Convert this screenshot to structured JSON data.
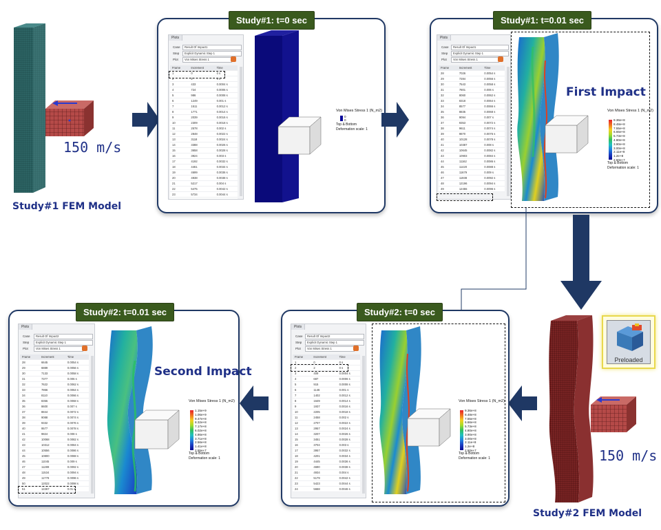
{
  "top_left_model": {
    "caption": "Study#1 FEM Model",
    "speed": "150 m/s"
  },
  "bottom_right_model": {
    "caption": "Study#2 FEM Model",
    "speed": "150 m/s",
    "badge_label": "Preloaded"
  },
  "panels": {
    "s1_t0": {
      "title": "Study#1: t=0 sec",
      "plots": {
        "tab": "Plots",
        "case_label": "Case",
        "case_value": "Result Of Impact1",
        "step_label": "Step",
        "step_value": "Explicit Dynamic Step 1",
        "plot_label": "Plot",
        "plot_value": "Von Mises Stress 1",
        "headers": [
          "Frame",
          "Increment",
          "Time"
        ],
        "rows": [
          [
            "1",
            "0",
            "0 s"
          ],
          [
            "2",
            "2",
            "0 s"
          ],
          [
            "3",
            "433",
            "0.0004 s"
          ],
          [
            "4",
            "724",
            "0.0006 s"
          ],
          [
            "5",
            "986",
            "0.0008 s"
          ],
          [
            "6",
            "1249",
            "0.001 s"
          ],
          [
            "7",
            "1511",
            "0.0012 s"
          ],
          [
            "8",
            "1771",
            "0.0014 s"
          ],
          [
            "9",
            "2039",
            "0.0016 s"
          ],
          [
            "10",
            "2309",
            "0.0018 s"
          ],
          [
            "11",
            "2578",
            "0.002 s"
          ],
          [
            "12",
            "2848",
            "0.0022 s"
          ],
          [
            "13",
            "3118",
            "0.0024 s"
          ],
          [
            "14",
            "3388",
            "0.0026 s"
          ],
          [
            "15",
            "3658",
            "0.0028 s"
          ],
          [
            "16",
            "3924",
            "0.003 s"
          ],
          [
            "17",
            "4192",
            "0.0032 s"
          ],
          [
            "18",
            "4461",
            "0.0034 s"
          ],
          [
            "19",
            "4699",
            "0.0036 s"
          ],
          [
            "20",
            "4938",
            "0.0038 s"
          ],
          [
            "21",
            "5217",
            "0.004 s"
          ],
          [
            "22",
            "5475",
            "0.0042 s"
          ],
          [
            "23",
            "5734",
            "0.0044 s"
          ],
          [
            "24",
            "5993",
            "0.0046 s"
          ]
        ]
      },
      "legend": {
        "title": "Von Mises Stress 1 (N_m2)",
        "ticks": [
          "0",
          "0"
        ],
        "footer1": "Top & Bottom",
        "footer2": "Deformation scale: 1"
      }
    },
    "s1_t001": {
      "title": "Study#1: t=0.01 sec",
      "impact": "First Impact",
      "plots": {
        "tab": "Plots",
        "case_label": "Case",
        "case_value": "Result Of Impact1",
        "step_label": "Step",
        "step_value": "Explicit Dynamic Step 1",
        "plot_label": "Plot",
        "plot_value": "Von Mises Stress 1",
        "headers": [
          "Frame",
          "Increment",
          "Time"
        ],
        "rows": [
          [
            "28",
            "7026",
            "0.0054 s"
          ],
          [
            "29",
            "7284",
            "0.0056 s"
          ],
          [
            "30",
            "7543",
            "0.0058 s"
          ],
          [
            "31",
            "7801",
            "0.006 s"
          ],
          [
            "32",
            "8060",
            "0.0062 s"
          ],
          [
            "33",
            "8318",
            "0.0064 s"
          ],
          [
            "34",
            "8577",
            "0.0066 s"
          ],
          [
            "35",
            "8835",
            "0.0068 s"
          ],
          [
            "36",
            "9094",
            "0.007 s"
          ],
          [
            "37",
            "9353",
            "0.0072 s"
          ],
          [
            "38",
            "9611",
            "0.0074 s"
          ],
          [
            "39",
            "9870",
            "0.0076 s"
          ],
          [
            "40",
            "10128",
            "0.0078 s"
          ],
          [
            "41",
            "10387",
            "0.008 s"
          ],
          [
            "42",
            "10645",
            "0.0082 s"
          ],
          [
            "43",
            "10903",
            "0.0084 s"
          ],
          [
            "44",
            "11162",
            "0.0086 s"
          ],
          [
            "45",
            "11420",
            "0.0088 s"
          ],
          [
            "46",
            "11679",
            "0.009 s"
          ],
          [
            "47",
            "11938",
            "0.0092 s"
          ],
          [
            "48",
            "12196",
            "0.0094 s"
          ],
          [
            "49",
            "12455",
            "0.0096 s"
          ]
        ]
      },
      "legend": {
        "title": "Von Mises Stress 1 (N_m2)",
        "ticks": [
          "9.36e+8",
          "8.48e+8",
          "7.55e+8",
          "6.66e+8",
          "5.73e+8",
          "4.80e+8",
          "3.90e+8",
          "3.00e+8",
          "2.11e+8",
          "1.2e+8",
          "2.50e+7"
        ],
        "footer1": "Top & Bottom",
        "footer2": "Deformation scale: 1"
      }
    },
    "s2_t0": {
      "title": "Study#2: t=0 sec",
      "plots": {
        "tab": "Plots",
        "case_label": "Case",
        "case_value": "Result Of Impact2",
        "step_label": "Step",
        "step_value": "Explicit Dynamic Step 1",
        "plot_label": "Plot",
        "plot_value": "Von Mises Stress 1",
        "headers": [
          "Frame",
          "Increment",
          "Time"
        ],
        "rows": [
          [
            "1",
            "0",
            "0 s"
          ],
          [
            "2",
            "2",
            "0 s"
          ],
          [
            "3",
            "409",
            "0.0004 s"
          ],
          [
            "4",
            "687",
            "0.0006 s"
          ],
          [
            "5",
            "915",
            "0.0008 s"
          ],
          [
            "6",
            "1146",
            "0.001 s"
          ],
          [
            "7",
            "1402",
            "0.0012 s"
          ],
          [
            "8",
            "1649",
            "0.0014 s"
          ],
          [
            "9",
            "1937",
            "0.0016 s"
          ],
          [
            "10",
            "2205",
            "0.0018 s"
          ],
          [
            "11",
            "2458",
            "0.002 s"
          ],
          [
            "12",
            "2707",
            "0.0022 s"
          ],
          [
            "13",
            "2957",
            "0.0024 s"
          ],
          [
            "14",
            "3207",
            "0.0026 s"
          ],
          [
            "15",
            "3451",
            "0.0028 s"
          ],
          [
            "16",
            "3704",
            "0.003 s"
          ],
          [
            "17",
            "3957",
            "0.0032 s"
          ],
          [
            "18",
            "4201",
            "0.0034 s"
          ],
          [
            "19",
            "4445",
            "0.0036 s"
          ],
          [
            "20",
            "4690",
            "0.0038 s"
          ],
          [
            "21",
            "4934",
            "0.004 s"
          ],
          [
            "22",
            "5179",
            "0.0042 s"
          ],
          [
            "23",
            "5423",
            "0.0044 s"
          ],
          [
            "24",
            "5668",
            "0.0046 s"
          ]
        ]
      },
      "legend": {
        "title": "Von Mises Stress 1 (N_m2)",
        "ticks": [
          "9.36e+8",
          "8.48e+8",
          "7.55e+8",
          "6.66e+8",
          "5.73e+8",
          "4.80e+8",
          "3.90e+8",
          "3.00e+8",
          "2.11e+8",
          "1.2e+8",
          "2.50e+7"
        ],
        "footer1": "Top & Bottom",
        "footer2": "Deformation scale: 1"
      }
    },
    "s2_t001": {
      "title": "Study#2: t=0.01 sec",
      "impact": "Second Impact",
      "plots": {
        "tab": "Plots",
        "case_label": "Case",
        "case_value": "Result Of Impact2",
        "step_label": "Step",
        "step_value": "Explicit Dynamic Step 1",
        "plot_label": "Plot",
        "plot_value": "Von Mises Stress 1",
        "headers": [
          "Frame",
          "Increment",
          "Time"
        ],
        "rows": [
          [
            "28",
            "6645",
            "0.0054 s"
          ],
          [
            "29",
            "6889",
            "0.0056 s"
          ],
          [
            "30",
            "7133",
            "0.0058 s"
          ],
          [
            "31",
            "7377",
            "0.006 s"
          ],
          [
            "32",
            "7622",
            "0.0062 s"
          ],
          [
            "33",
            "7866",
            "0.0064 s"
          ],
          [
            "34",
            "8110",
            "0.0066 s"
          ],
          [
            "35",
            "8355",
            "0.0068 s"
          ],
          [
            "36",
            "8600",
            "0.007 s"
          ],
          [
            "37",
            "8844",
            "0.0072 s"
          ],
          [
            "38",
            "9088",
            "0.0074 s"
          ],
          [
            "39",
            "9332",
            "0.0076 s"
          ],
          [
            "40",
            "9577",
            "0.0078 s"
          ],
          [
            "41",
            "9824",
            "0.008 s"
          ],
          [
            "42",
            "10068",
            "0.0082 s"
          ],
          [
            "43",
            "10312",
            "0.0084 s"
          ],
          [
            "44",
            "10556",
            "0.0086 s"
          ],
          [
            "45",
            "10800",
            "0.0088 s"
          ],
          [
            "46",
            "11045",
            "0.009 s"
          ],
          [
            "47",
            "11289",
            "0.0092 s"
          ],
          [
            "48",
            "11534",
            "0.0094 s"
          ],
          [
            "49",
            "11778",
            "0.0096 s"
          ],
          [
            "50",
            "12022",
            "0.0098 s"
          ],
          [
            "51",
            "12267",
            "0.01 s"
          ]
        ]
      },
      "legend": {
        "title": "Von Mises Stress 1 (N_m2)",
        "ticks": [
          "1.15e+9",
          "1.06e+9",
          "9.47e+8",
          "8.32e+8",
          "7.17e+8",
          "6.02e+8",
          "4.86e+8",
          "3.71e+8",
          "2.56e+8",
          "1.41e+8",
          "2.55e+7"
        ],
        "footer1": "Top & Bottom",
        "footer2": "Deformation scale: 1"
      }
    }
  },
  "colors": {
    "arrow": "#1f3864",
    "caption": "#1f3087",
    "title_bg": "#3a5a1e",
    "column_blue": "#0a0a7a",
    "fem_green": "#2a5a5a",
    "fem_red": "#7a2a2a"
  }
}
